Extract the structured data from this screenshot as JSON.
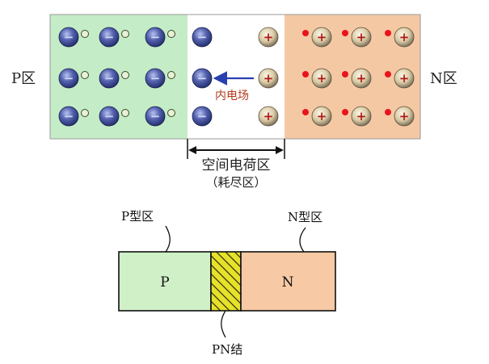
{
  "top": {
    "p_side_label": "P区",
    "n_side_label": "N区",
    "field_label": "内电场",
    "space_charge_label": "空间电荷区",
    "depletion_label": "（耗尽区）",
    "minus_sign": "−",
    "plus_sign": "+",
    "colors": {
      "p_region": "#c4ecc6",
      "n_region": "#f5c8a4",
      "acceptor_ion": "#3e4d94",
      "hole": "#e8f0d6",
      "donor_ion": "#d8caa4",
      "electron": "#e8141c",
      "field_arrow": "#2a3fb0",
      "field_text": "#b23a1c"
    }
  },
  "bottom": {
    "p_block_label": "P",
    "n_block_label": "N",
    "p_callout": "P型区",
    "n_callout": "N型区",
    "pn_callout": "PN结",
    "colors": {
      "p_block": "#d0f0c8",
      "n_block": "#f7c9a4",
      "junction": "#e6e22a"
    }
  }
}
